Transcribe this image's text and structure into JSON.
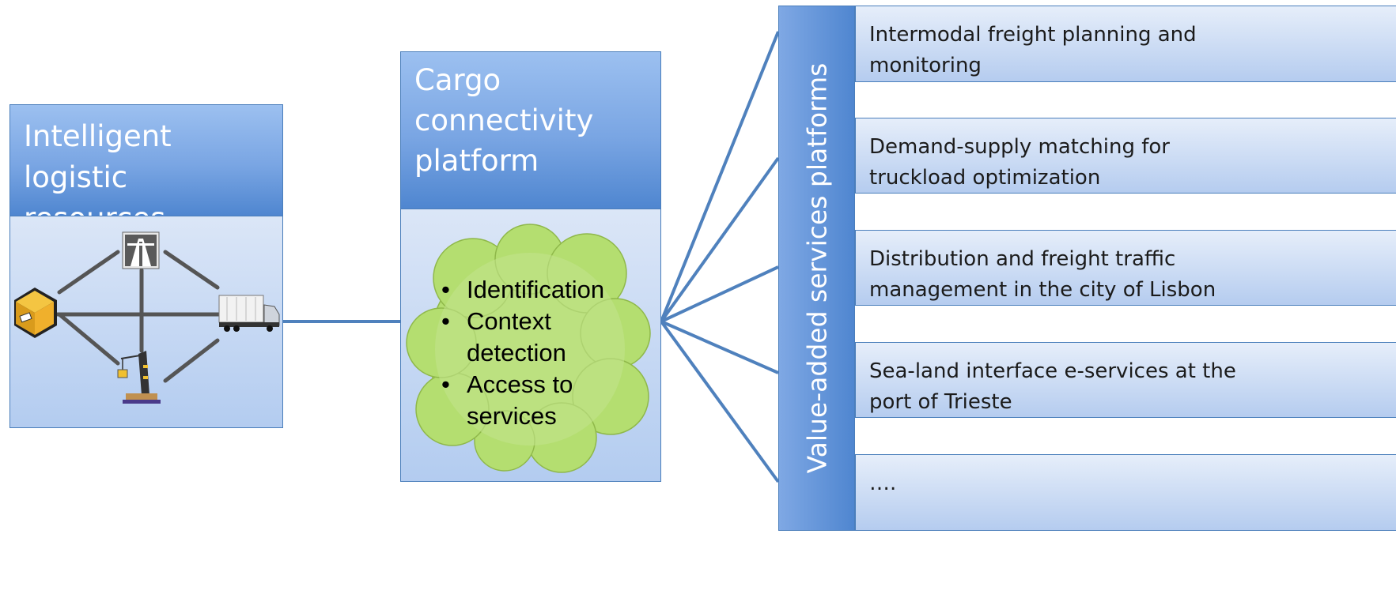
{
  "left_box": {
    "title": "Intelligent logistic resources"
  },
  "middle_box": {
    "title": "Cargo connectivity platform",
    "bullets": [
      "Identification",
      "Context detection",
      "Access to services"
    ]
  },
  "vertical_label": "Value-added services platforms",
  "services": [
    "Intermodal freight planning and monitoring",
    "Demand-supply matching for truckload optimization",
    "Distribution and freight traffic management in the city of Lisbon",
    "Sea-land interface e-services at the port of Trieste",
    "…."
  ],
  "colors": {
    "box_border": "#4a7ebb",
    "header_blue": "#4f86d0",
    "line_blue": "#4f81bd",
    "cloud_green": "#b4de70"
  },
  "icons": [
    "package-icon",
    "highway-sign-icon",
    "truck-icon",
    "harbor-crane-icon"
  ]
}
